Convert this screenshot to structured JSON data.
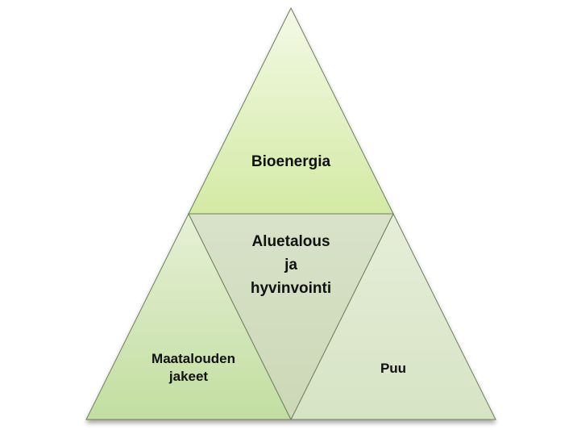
{
  "diagram": {
    "top": "Bioenergia",
    "center": [
      "Aluetalous",
      "ja",
      "hyvinvointi"
    ],
    "left": [
      "Maatalouden",
      "jakeet"
    ],
    "right": "Puu"
  }
}
